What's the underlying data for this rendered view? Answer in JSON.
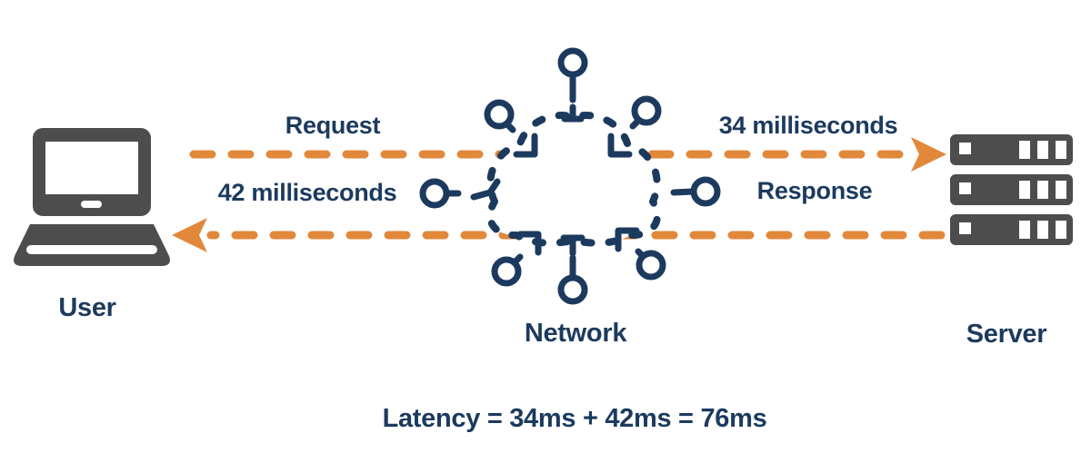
{
  "endpoints": {
    "user": {
      "label": "User"
    },
    "network": {
      "label": "Network"
    },
    "server": {
      "label": "Server"
    }
  },
  "flows": {
    "request": {
      "label": "Request",
      "duration": "34 milliseconds",
      "direction": "left-to-right"
    },
    "response": {
      "label": "Response",
      "duration": "42 milliseconds",
      "direction": "right-to-left"
    }
  },
  "summary": {
    "formula": "Latency = 34ms + 42ms = 76ms"
  },
  "colors": {
    "navy": "#1c3a5e",
    "orange": "#e2883b",
    "device_gray": "#4d4d4d",
    "background": "#ffffff"
  },
  "icons": [
    "laptop-icon",
    "network-cloud-icon",
    "server-icon",
    "request-arrowhead-icon",
    "response-arrowhead-icon"
  ]
}
